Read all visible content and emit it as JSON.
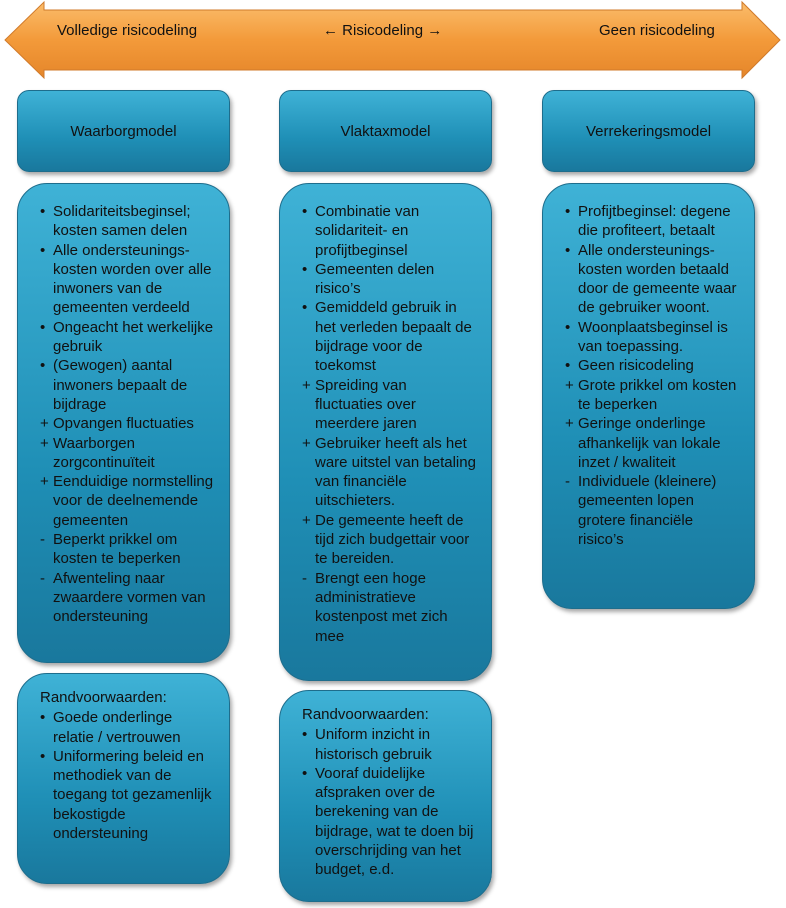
{
  "arrow": {
    "left_label": "Volledige risicodeling",
    "center_label": "← Risicodeling →",
    "right_label": "Geen risicodeling",
    "color": "#f39a3a"
  },
  "columns": [
    {
      "header": "Waarborgmodel",
      "items": [
        {
          "marker": "•",
          "text": "Solidariteitsbeginsel; kosten samen delen"
        },
        {
          "marker": "•",
          "text": "Alle ondersteunings-kosten worden over alle inwoners van de gemeenten verdeeld"
        },
        {
          "marker": "•",
          "text": "Ongeacht het werkelijke gebruik"
        },
        {
          "marker": "•",
          "text": "(Gewogen) aantal inwoners bepaalt de bijdrage"
        },
        {
          "marker": "+",
          "text": "Opvangen fluctuaties"
        },
        {
          "marker": "+",
          "text": "Waarborgen zorgcontinuïteit"
        },
        {
          "marker": "+",
          "text": "Eenduidige normstelling voor de deelnemende gemeenten"
        },
        {
          "marker": "-",
          "text": "Beperkt prikkel om kosten te beperken"
        },
        {
          "marker": "-",
          "text": "Afwenteling naar zwaardere vormen van ondersteuning"
        }
      ],
      "randvoorwaarden": {
        "title": "Randvoorwaarden:",
        "items": [
          {
            "marker": "•",
            "text": "Goede onderlinge relatie / vertrouwen"
          },
          {
            "marker": "•",
            "text": "Uniformering beleid en methodiek van de toegang tot gezamenlijk bekostigde ondersteuning"
          }
        ]
      }
    },
    {
      "header": "Vlaktaxmodel",
      "items": [
        {
          "marker": "•",
          "text": "Combinatie van solidariteit- en profijtbeginsel"
        },
        {
          "marker": "•",
          "text": "Gemeenten delen risico’s"
        },
        {
          "marker": "•",
          "text": "Gemiddeld gebruik in het verleden bepaalt de bijdrage voor de toekomst"
        },
        {
          "marker": "+",
          "text": "Spreiding van fluctuaties over meerdere jaren"
        },
        {
          "marker": "+",
          "text": "Gebruiker heeft als het ware uitstel van betaling van financiële uitschieters."
        },
        {
          "marker": "+",
          "text": "De gemeente heeft de tijd zich budgettair voor te bereiden."
        },
        {
          "marker": "-",
          "text": "Brengt een hoge administratieve kostenpost met zich mee"
        }
      ],
      "randvoorwaarden": {
        "title": "Randvoorwaarden:",
        "items": [
          {
            "marker": "•",
            "text": "Uniform inzicht in historisch gebruik"
          },
          {
            "marker": "•",
            "text": "Vooraf duidelijke afspraken over de berekening van de bijdrage, wat te doen bij overschrijding van het budget, e.d."
          }
        ]
      }
    },
    {
      "header": "Verrekeringsmodel",
      "items": [
        {
          "marker": "•",
          "text": "Profijtbeginsel: degene die profiteert, betaalt"
        },
        {
          "marker": "•",
          "text": "Alle ondersteunings-kosten worden betaald door de gemeente waar de gebruiker woont."
        },
        {
          "marker": "•",
          "text": "Woonplaatsbeginsel is van toepassing."
        },
        {
          "marker": "•",
          "text": "Geen risicodeling"
        },
        {
          "marker": "+",
          "text": "Grote prikkel om kosten te beperken"
        },
        {
          "marker": "+",
          "text": "Geringe onderlinge afhankelijk van lokale inzet / kwaliteit"
        },
        {
          "marker": "-",
          "text": "Individuele (kleinere) gemeenten lopen grotere financiële risico’s"
        }
      ]
    }
  ]
}
